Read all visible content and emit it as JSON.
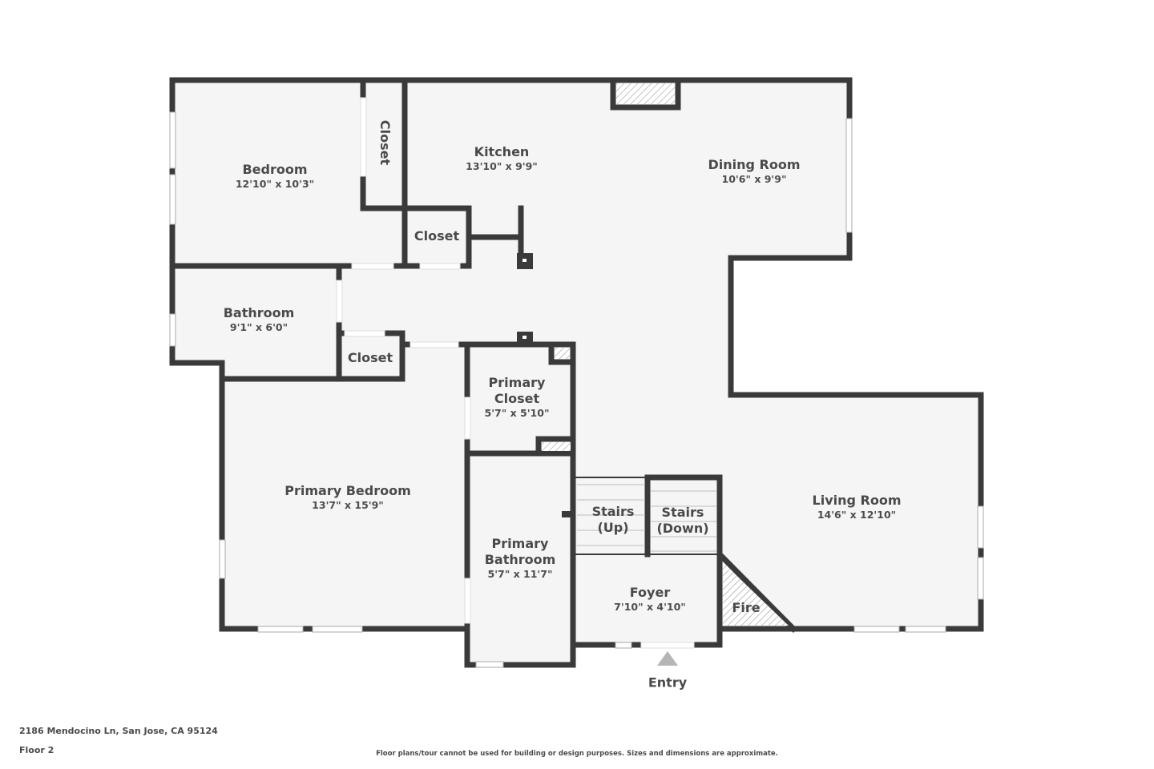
{
  "colors": {
    "wall": "#3a3a3a",
    "floor": "#f5f5f5",
    "text": "#4a4a4a",
    "entry_arrow": "#b5b5b5",
    "window": "#ffffff"
  },
  "rooms": [
    {
      "id": "bedroom",
      "name": "Bedroom",
      "dimensions": "12'10\" x 10'3\""
    },
    {
      "id": "closet-bedroom",
      "name": "Closet",
      "dimensions": ""
    },
    {
      "id": "kitchen",
      "name": "Kitchen",
      "dimensions": "13'10\" x 9'9\""
    },
    {
      "id": "dining-room",
      "name": "Dining Room",
      "dimensions": "10'6\" x 9'9\""
    },
    {
      "id": "closet-hall",
      "name": "Closet",
      "dimensions": ""
    },
    {
      "id": "bathroom",
      "name": "Bathroom",
      "dimensions": "9'1\" x 6'0\""
    },
    {
      "id": "closet-bath",
      "name": "Closet",
      "dimensions": ""
    },
    {
      "id": "primary-closet",
      "name": "Primary\nCloset",
      "name_line1": "Primary",
      "name_line2": "Closet",
      "dimensions": "5'7\" x 5'10\""
    },
    {
      "id": "primary-bedroom",
      "name": "Primary Bedroom",
      "dimensions": "13'7\" x 15'9\""
    },
    {
      "id": "primary-bathroom",
      "name_line1": "Primary",
      "name_line2": "Bathroom",
      "dimensions": "5'7\" x 11'7\""
    },
    {
      "id": "stairs-up",
      "name_line1": "Stairs",
      "name_line2": "(Up)"
    },
    {
      "id": "stairs-down",
      "name_line1": "Stairs",
      "name_line2": "(Down)"
    },
    {
      "id": "foyer",
      "name": "Foyer",
      "dimensions": "7'10\" x 4'10\""
    },
    {
      "id": "fireplace",
      "name": "Fire"
    },
    {
      "id": "living-room",
      "name": "Living Room",
      "dimensions": "14'6\" x 12'10\""
    }
  ],
  "entry": {
    "label": "Entry"
  },
  "footer": {
    "address": "2186 Mendocino Ln, San Jose, CA 95124",
    "floor": "Floor 2",
    "disclaimer": "Floor plans/tour cannot be used for building or design purposes. Sizes and dimensions are approximate."
  }
}
